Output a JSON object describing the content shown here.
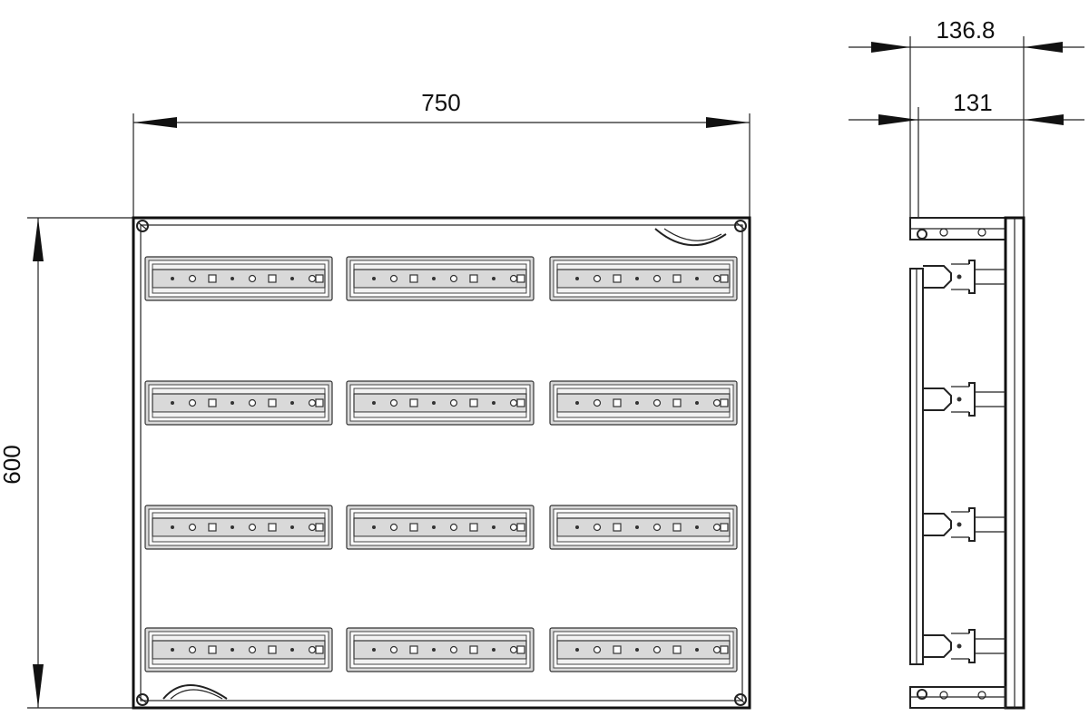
{
  "dimensions": {
    "width_label": "750",
    "height_label": "600",
    "depth_outer_label": "136.8",
    "depth_inner_label": "131"
  },
  "layout": {
    "rail_rows": 4,
    "rail_columns": 3
  },
  "colors": {
    "line": "#222222",
    "rail_fill": "#d9d9d9",
    "background": "#ffffff"
  }
}
